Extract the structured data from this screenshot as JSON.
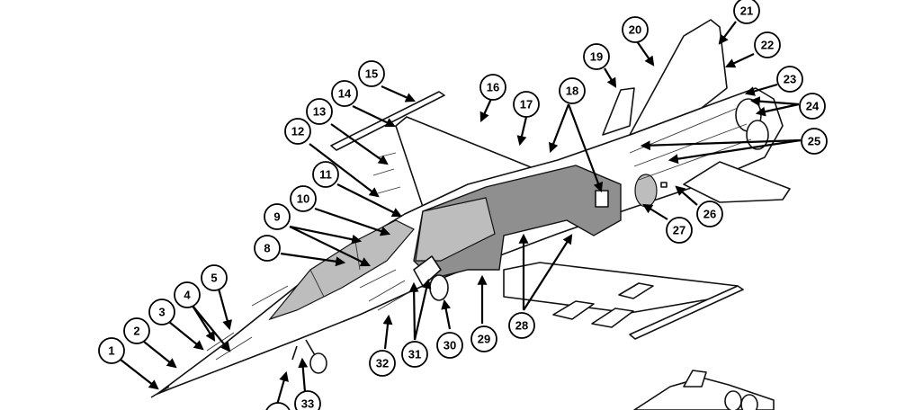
{
  "callouts": [
    {
      "id": "1",
      "label": "1"
    },
    {
      "id": "2",
      "label": "2"
    },
    {
      "id": "3",
      "label": "3"
    },
    {
      "id": "4",
      "label": "4"
    },
    {
      "id": "5",
      "label": "5"
    },
    {
      "id": "8",
      "label": "8"
    },
    {
      "id": "9",
      "label": "9"
    },
    {
      "id": "10",
      "label": "10"
    },
    {
      "id": "11",
      "label": "11"
    },
    {
      "id": "12",
      "label": "12"
    },
    {
      "id": "13",
      "label": "13"
    },
    {
      "id": "14",
      "label": "14"
    },
    {
      "id": "15",
      "label": "15"
    },
    {
      "id": "16",
      "label": "16"
    },
    {
      "id": "17",
      "label": "17"
    },
    {
      "id": "18",
      "label": "18"
    },
    {
      "id": "19",
      "label": "19"
    },
    {
      "id": "20",
      "label": "20"
    },
    {
      "id": "21",
      "label": "21"
    },
    {
      "id": "22",
      "label": "22"
    },
    {
      "id": "23",
      "label": "23"
    },
    {
      "id": "24",
      "label": "24"
    },
    {
      "id": "25",
      "label": "25"
    },
    {
      "id": "26",
      "label": "26"
    },
    {
      "id": "27",
      "label": "27"
    },
    {
      "id": "28",
      "label": "28"
    },
    {
      "id": "29",
      "label": "29"
    },
    {
      "id": "30",
      "label": "30"
    },
    {
      "id": "31",
      "label": "31"
    },
    {
      "id": "32",
      "label": "32"
    },
    {
      "id": "33",
      "label": "33"
    }
  ]
}
